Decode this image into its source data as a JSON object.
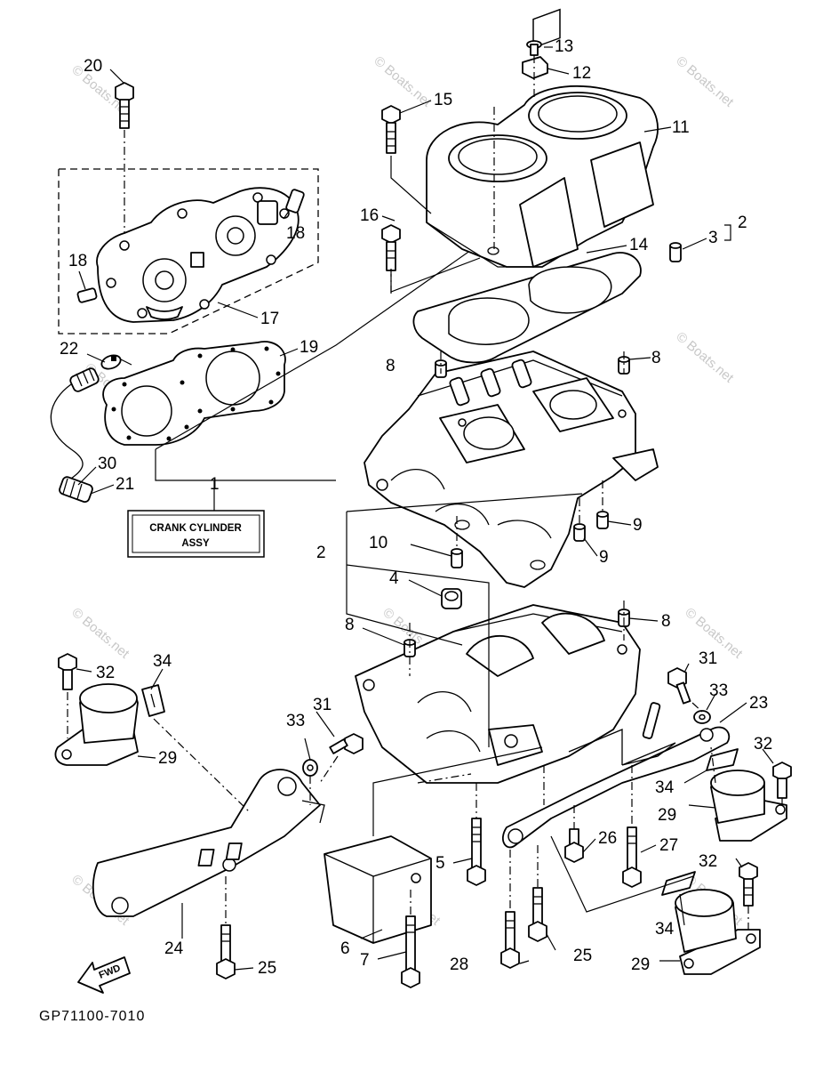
{
  "diagram": {
    "diagram_code": "GP71100-7010",
    "assembly_label": [
      "CRANK CYLINDER",
      "ASSY"
    ],
    "fwd_label": "FWD",
    "watermark": "© Boats.net",
    "callouts": {
      "c1": "1",
      "c2a": "2",
      "c2b": "2",
      "c3": "3",
      "c4": "4",
      "c5": "5",
      "c6": "6",
      "c7": "7",
      "c8a": "8",
      "c8b": "8",
      "c8c": "8",
      "c8d": "8",
      "c9a": "9",
      "c9b": "9",
      "c10": "10",
      "c11": "11",
      "c12": "12",
      "c13": "13",
      "c14": "14",
      "c15": "15",
      "c16": "16",
      "c17": "17",
      "c18a": "18",
      "c18b": "18",
      "c19": "19",
      "c20": "20",
      "c21": "21",
      "c22": "22",
      "c23": "23",
      "c24": "24",
      "c25a": "25",
      "c25b": "25",
      "c26": "26",
      "c27": "27",
      "c28": "28",
      "c29a": "29",
      "c29b": "29",
      "c29c": "29",
      "c30": "30",
      "c31a": "31",
      "c31b": "31",
      "c32a": "32",
      "c32b": "32",
      "c32c": "32",
      "c33a": "33",
      "c33b": "33",
      "c34a": "34",
      "c34b": "34",
      "c34c": "34"
    }
  }
}
